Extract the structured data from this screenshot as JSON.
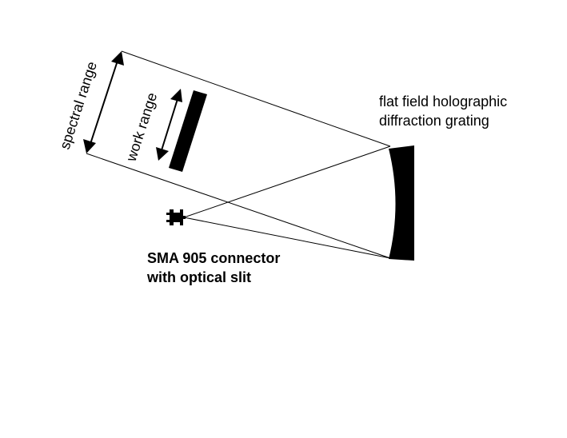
{
  "diagram": {
    "grating_label_line1": "flat field holographic",
    "grating_label_line2": "diffraction grating",
    "connector_label_line1": "SMA 905 connector",
    "connector_label_line2": "with optical slit",
    "spectral_range_label": "spectral range",
    "work_range_label": "work range"
  },
  "colors": {
    "ink": "#000000",
    "background": "#ffffff"
  }
}
